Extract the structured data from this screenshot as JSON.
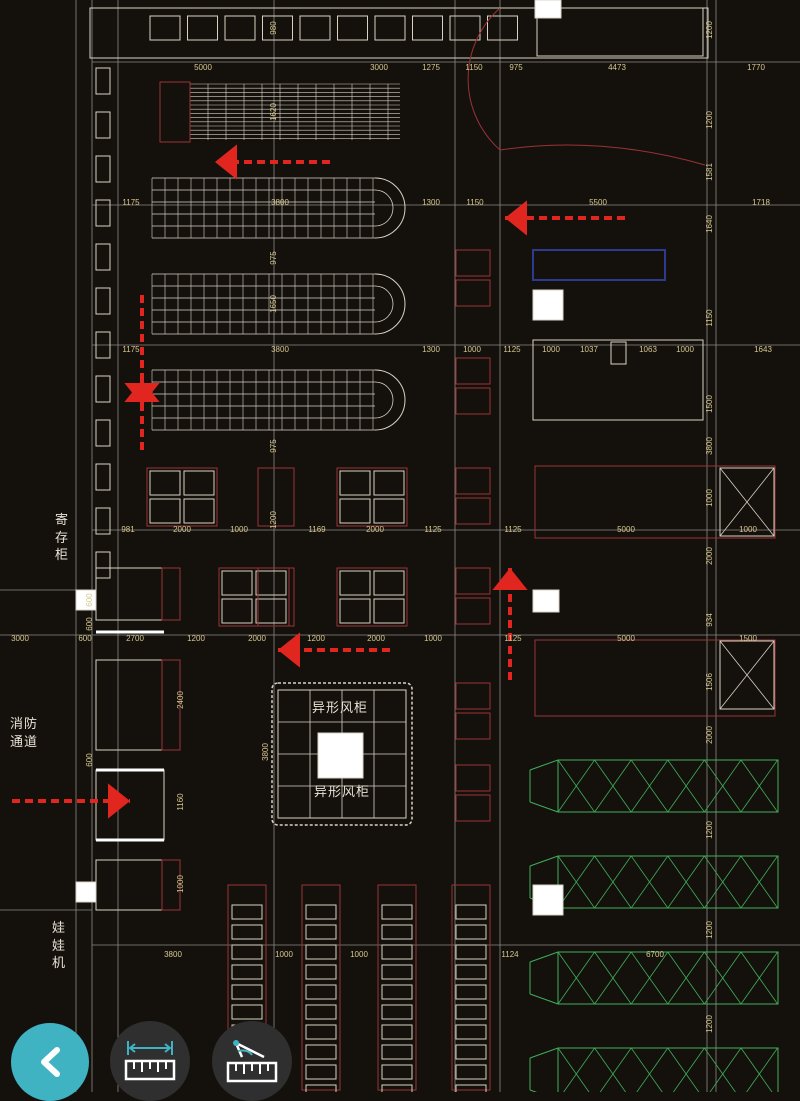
{
  "labels": {
    "storage_cabinet": "寄存柜",
    "fire_passage": "消防通道",
    "doll_machine": "娃娃机",
    "shaped_air_cabinet_top": "异形风柜",
    "shaped_air_cabinet_bottom": "异形风柜"
  },
  "dimensions": {
    "top_row": [
      "5000",
      "3000",
      "1275",
      "1150",
      "975",
      "4473",
      "1770"
    ],
    "row_1175_a": [
      "1175",
      "3800",
      "1300",
      "1150",
      "5500",
      "1718"
    ],
    "row_1175_b": [
      "1175",
      "3800",
      "1300",
      "1000",
      "1125",
      "1000",
      "1037",
      "1063",
      "1000",
      "1643"
    ],
    "row_981": [
      "981",
      "2000",
      "1000",
      "1169",
      "2000",
      "1125",
      "1125",
      "5000",
      "1000"
    ],
    "row_3000": [
      "3000",
      "600",
      "2700",
      "1200",
      "2000",
      "1200",
      "2000",
      "1000",
      "1125",
      "5000",
      "1500"
    ],
    "row_3800": [
      "3800",
      "1000",
      "1000",
      "1124",
      "6700"
    ],
    "vertical": [
      "980",
      "1620",
      "975",
      "1650",
      "975",
      "1200",
      "600",
      "600",
      "600",
      "2400",
      "1160",
      "1000",
      "3800",
      "1200",
      "1200",
      "1581",
      "1640",
      "1150",
      "1500",
      "3800",
      "1000",
      "2000",
      "934",
      "1506",
      "2000",
      "1200",
      "1200",
      "1200"
    ]
  },
  "colors": {
    "background": "#14110d",
    "line": "#d8d2c4",
    "dim": "#c9b36e",
    "wall": "#9b3236",
    "arrow": "#e0261f",
    "green_rack": "#3fae59",
    "blue_counter": "#2c3a8f",
    "back_button": "#3fb3c2",
    "tool_button": "#2f2f2f"
  },
  "controls": {
    "back_icon": "chevron-left-icon",
    "distance_icon": "ruler-distance-icon",
    "angle_icon": "ruler-angle-icon"
  }
}
